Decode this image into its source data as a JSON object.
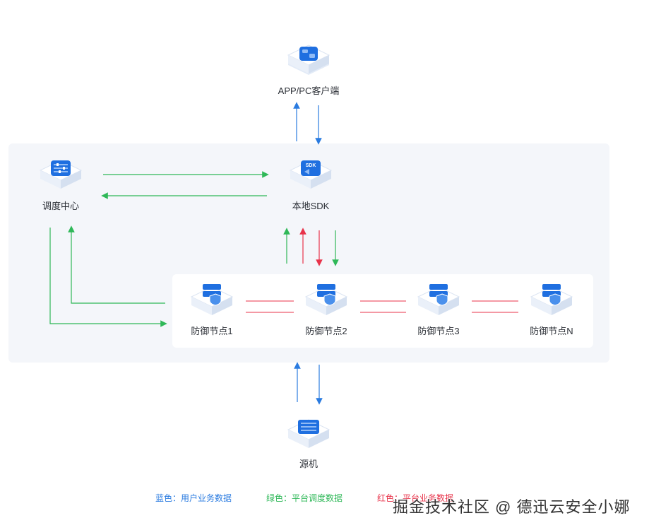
{
  "nodes": {
    "client": "APP/PC客户端",
    "sdk": "本地SDK",
    "scheduler": "调度中心",
    "defense1": "防御节点1",
    "defense2": "防御节点2",
    "defense3": "防御节点3",
    "defenseN": "防御节点N",
    "origin": "源机"
  },
  "legend": {
    "blue": "蓝色：用户业务数据",
    "green": "绿色：平台调度数据",
    "red": "红色：平台业务数据"
  },
  "watermark": "掘金技术社区 @ 德迅云安全小娜",
  "colors": {
    "blue": "#2a7be0",
    "green": "#2fb858",
    "red": "#e8334a",
    "panel": "#f4f6fa",
    "icon_top": "#1f6fe0"
  },
  "icons": {
    "client": "window-icon",
    "sdk": "sdk-icon",
    "scheduler": "sliders-icon",
    "defense": "shield-server-icon",
    "origin": "server-rack-icon"
  }
}
